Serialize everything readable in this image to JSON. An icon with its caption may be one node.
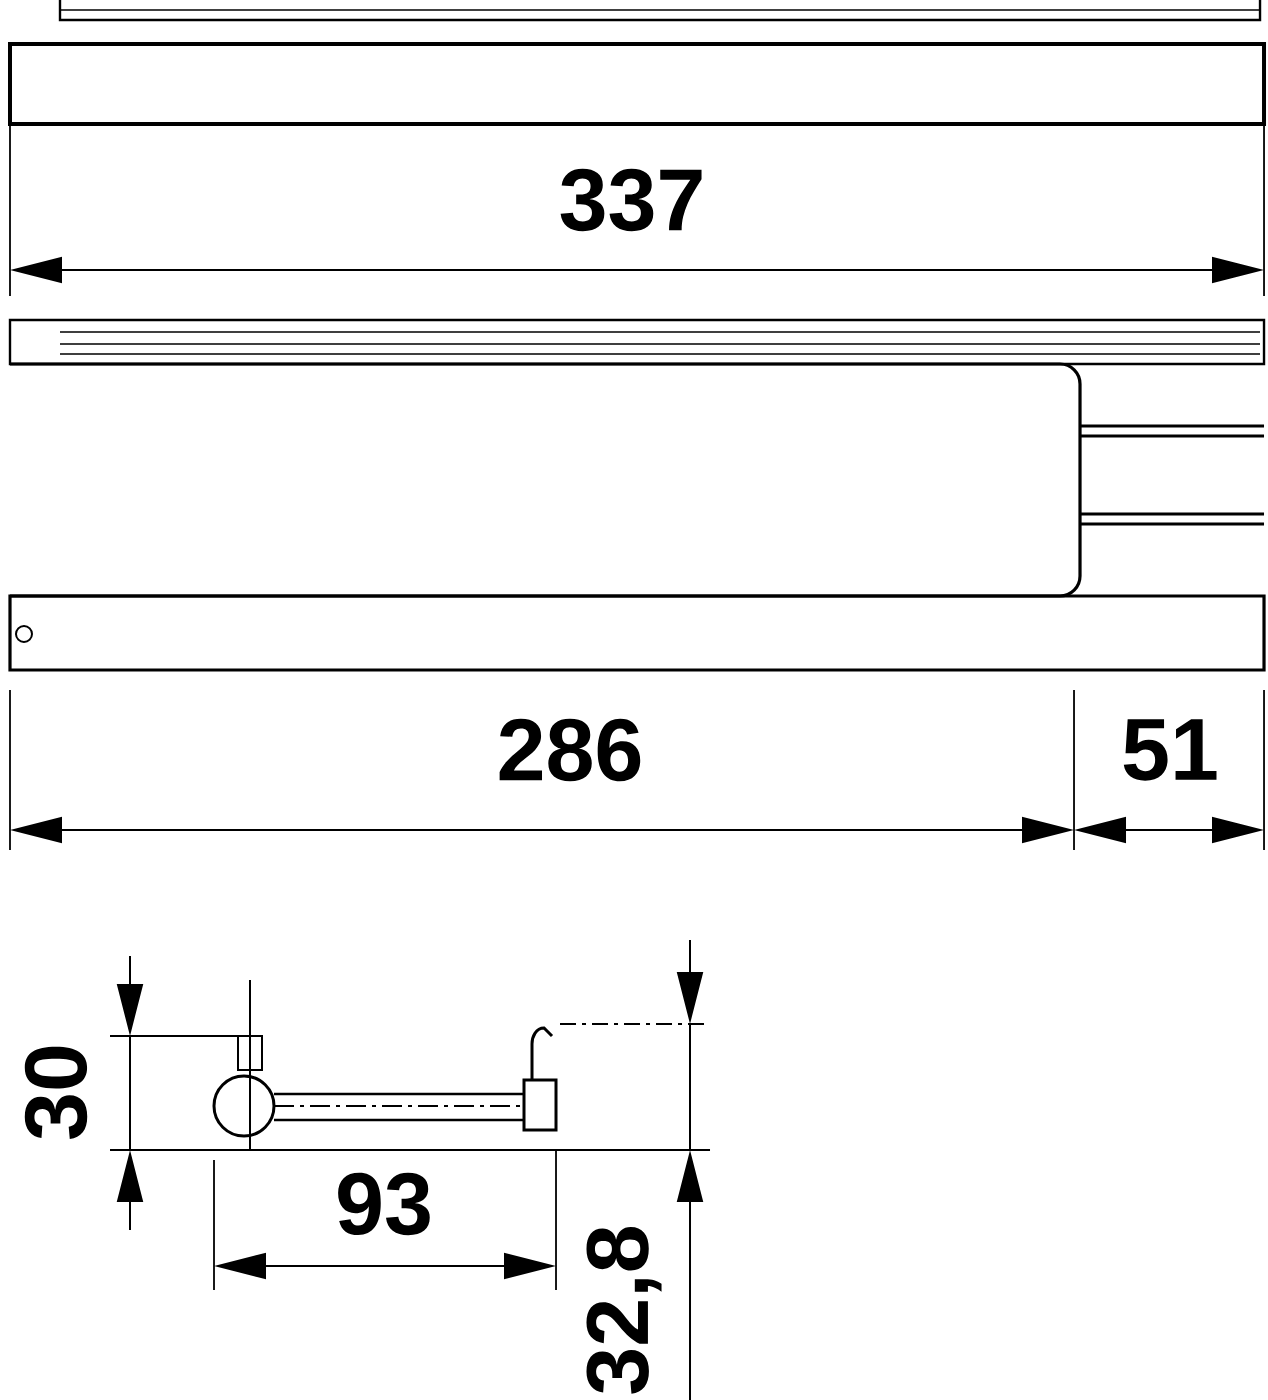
{
  "diagram": {
    "labels": [
      "337",
      "286",
      "51",
      "30",
      "93",
      "32,8"
    ]
  }
}
